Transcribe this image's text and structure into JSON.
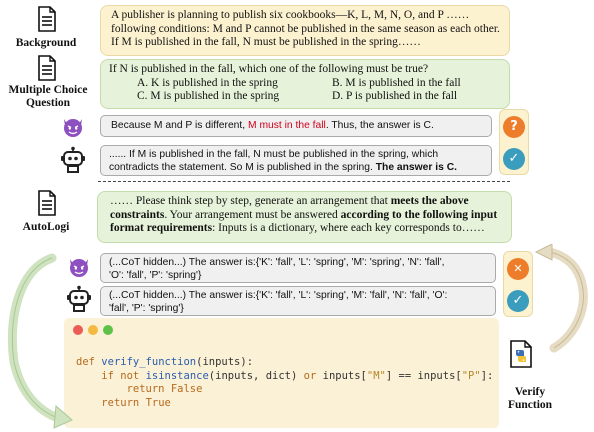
{
  "labels": {
    "background": "Background",
    "multiple_choice_1": "Multiple Choice",
    "multiple_choice_2": "Question",
    "autologi": "AutoLogi",
    "verify_1": "Verify",
    "verify_2": "Function"
  },
  "background": {
    "line1": "A publisher is planning to publish six cookbooks—K, L, M, N, O, and P ……",
    "line2": "following conditions: M and P cannot be published in the same season as each other.",
    "line3": "If M is published in the fall, N must be published in the spring……"
  },
  "question": {
    "stem": "If N is published in the fall, which one of the following must be true?",
    "options": [
      "A. K is published in the spring",
      "B. M is published in the fall",
      "C. M is published in the spring",
      "D. P is published in the fall"
    ]
  },
  "answer_bad": {
    "pre": "Because M and P is different,",
    "red": "M must in the fall",
    "post": ". Thus, the answer is C."
  },
  "answer_good": {
    "line1": "...... If M is published in the fall, N must be published  in the spring, which",
    "line2_pre": "contradicts the statement. So M is published in the spring.",
    "line2_bold": "The answer is C."
  },
  "autologi": {
    "l1_pre": "…… Please think step by step, generate an arrangement that",
    "l1_bold": "meets the above",
    "l2_bold": "constraints",
    "l2_post": ". Your arrangement must be answered",
    "l2_bold2": "according to the following input",
    "l3_bold": "format requirements",
    "l3_post": ": Inputs is a dictionary, where each key corresponds to……"
  },
  "cot_bad": {
    "line1": "(...CoT hidden...) The answer is:{'K': 'fall', 'L': 'spring', 'M': 'spring', 'N': 'fall',",
    "line2": "'O': 'fall', 'P': 'spring'}"
  },
  "cot_good": {
    "line1": "(...CoT hidden...) The answer is:{'K': 'fall', 'L': 'spring', 'M': 'fall', 'N': 'fall', 'O':",
    "line2": "'fall', 'P': 'spring'}"
  },
  "code": {
    "def": "def",
    "fname": "verify_function",
    "params": "(inputs):",
    "if": "if",
    "not": "not",
    "isinstance": "isinstance",
    "cond_args": "(inputs, dict)",
    "or": "or",
    "inputs_a": "inputs[",
    "key_m": "\"M\"",
    "eq": "] == inputs[",
    "key_p": "\"P\"",
    "close": "]:",
    "return1": "return",
    "false": "False",
    "return2": "return",
    "true": "True"
  },
  "colors": {
    "wrong": "#ee7d2b",
    "right": "#3a9dbd",
    "dot_red": "#ed5b57",
    "dot_yellow": "#f5b841",
    "dot_green": "#5ec249"
  },
  "icons": {
    "wrong_mark": "?",
    "cross_mark": "✕",
    "check_mark": "✓"
  }
}
